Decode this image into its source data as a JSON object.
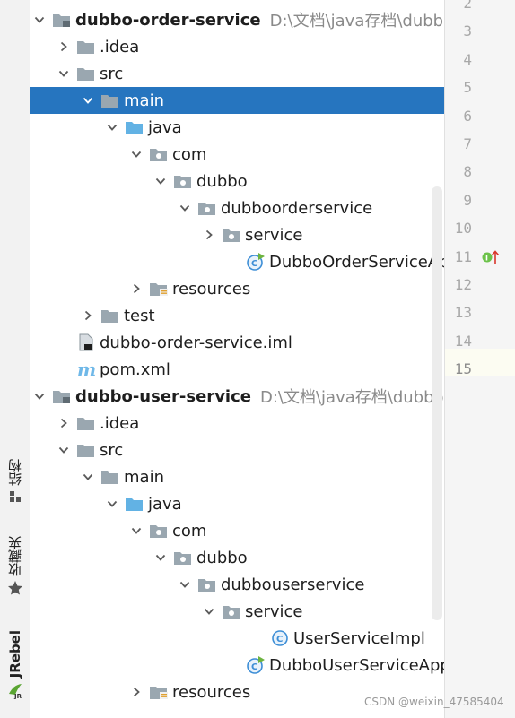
{
  "side_panel": {
    "structure_label": "结构",
    "favorites_label": "收藏夹",
    "jrebel_label": "JRebel"
  },
  "tree": {
    "rows": [
      {
        "label": "dubbo-order-service",
        "path": "D:\\文档\\java存档\\dubbo",
        "icon": "module-icon",
        "bold": true
      },
      {
        "label": ".idea",
        "icon": "folder-icon"
      },
      {
        "label": "src",
        "icon": "folder-icon"
      },
      {
        "label": "main",
        "icon": "folder-icon",
        "selected": true
      },
      {
        "label": "java",
        "icon": "source-folder-icon"
      },
      {
        "label": "com",
        "icon": "package-icon"
      },
      {
        "label": "dubbo",
        "icon": "package-icon"
      },
      {
        "label": "dubboorderservice",
        "icon": "package-icon"
      },
      {
        "label": "service",
        "icon": "package-icon"
      },
      {
        "label": "DubboOrderServiceAppl",
        "icon": "spring-boot-class-icon"
      },
      {
        "label": "resources",
        "icon": "resources-folder-icon"
      },
      {
        "label": "test",
        "icon": "folder-icon"
      },
      {
        "label": "dubbo-order-service.iml",
        "icon": "iml-file-icon"
      },
      {
        "label": "pom.xml",
        "icon": "maven-icon"
      },
      {
        "label": "dubbo-user-service",
        "path": "D:\\文档\\java存档\\dubbo-u",
        "icon": "module-icon",
        "bold": true
      },
      {
        "label": ".idea",
        "icon": "folder-icon"
      },
      {
        "label": "src",
        "icon": "folder-icon"
      },
      {
        "label": "main",
        "icon": "folder-icon"
      },
      {
        "label": "java",
        "icon": "source-folder-icon"
      },
      {
        "label": "com",
        "icon": "package-icon"
      },
      {
        "label": "dubbo",
        "icon": "package-icon"
      },
      {
        "label": "dubbouserservice",
        "icon": "package-icon"
      },
      {
        "label": "service",
        "icon": "package-icon"
      },
      {
        "label": "UserServiceImpl",
        "icon": "class-icon"
      },
      {
        "label": "DubboUserServiceApplic",
        "icon": "spring-boot-class-icon"
      },
      {
        "label": "resources",
        "icon": "resources-folder-icon"
      }
    ]
  },
  "gutter": {
    "line_numbers": [
      "2",
      "3",
      "4",
      "5",
      "6",
      "7",
      "8",
      "9",
      "10",
      "11",
      "12",
      "13",
      "14",
      "15"
    ],
    "current_line": "15",
    "line11_marker": "implementation-gutter-icon"
  },
  "watermark": "CSDN @weixin_47585404",
  "colors": {
    "selection": "#2675bf",
    "folder": "#9aa7b0",
    "source_folder": "#62b2e4",
    "spring_boot": "#6db33f",
    "class_icon": "#3d8ed6"
  }
}
